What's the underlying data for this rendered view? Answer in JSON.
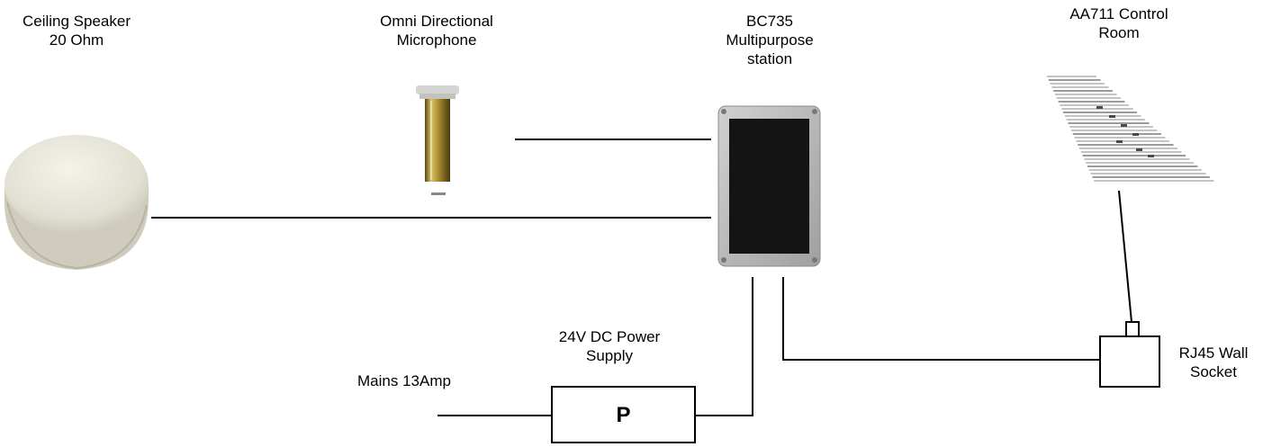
{
  "labels": {
    "ceiling_speaker": [
      "Ceiling Speaker",
      "20 Ohm"
    ],
    "microphone": [
      "Omni Directional",
      "Microphone"
    ],
    "station": [
      "BC735",
      "Multipurpose",
      "station"
    ],
    "control_room": [
      "AA711 Control",
      "Room"
    ],
    "power_supply": [
      "24V DC Power",
      "Supply"
    ],
    "mains": "Mains 13Amp",
    "rj45": [
      "RJ45 Wall",
      "Socket"
    ],
    "psu_letter": "P"
  },
  "icons": {
    "speaker": "ceiling-speaker-icon",
    "microphone": "omni-microphone-icon",
    "station": "multipurpose-station-icon",
    "control_room": "control-room-unit-icon",
    "socket": "rj45-socket-icon"
  },
  "colors": {
    "line": "#000000",
    "speaker_body": "#e8e6da",
    "station_panel": "#151515",
    "station_case": "#b8bab8",
    "mic_gold": "#b99a3a"
  }
}
